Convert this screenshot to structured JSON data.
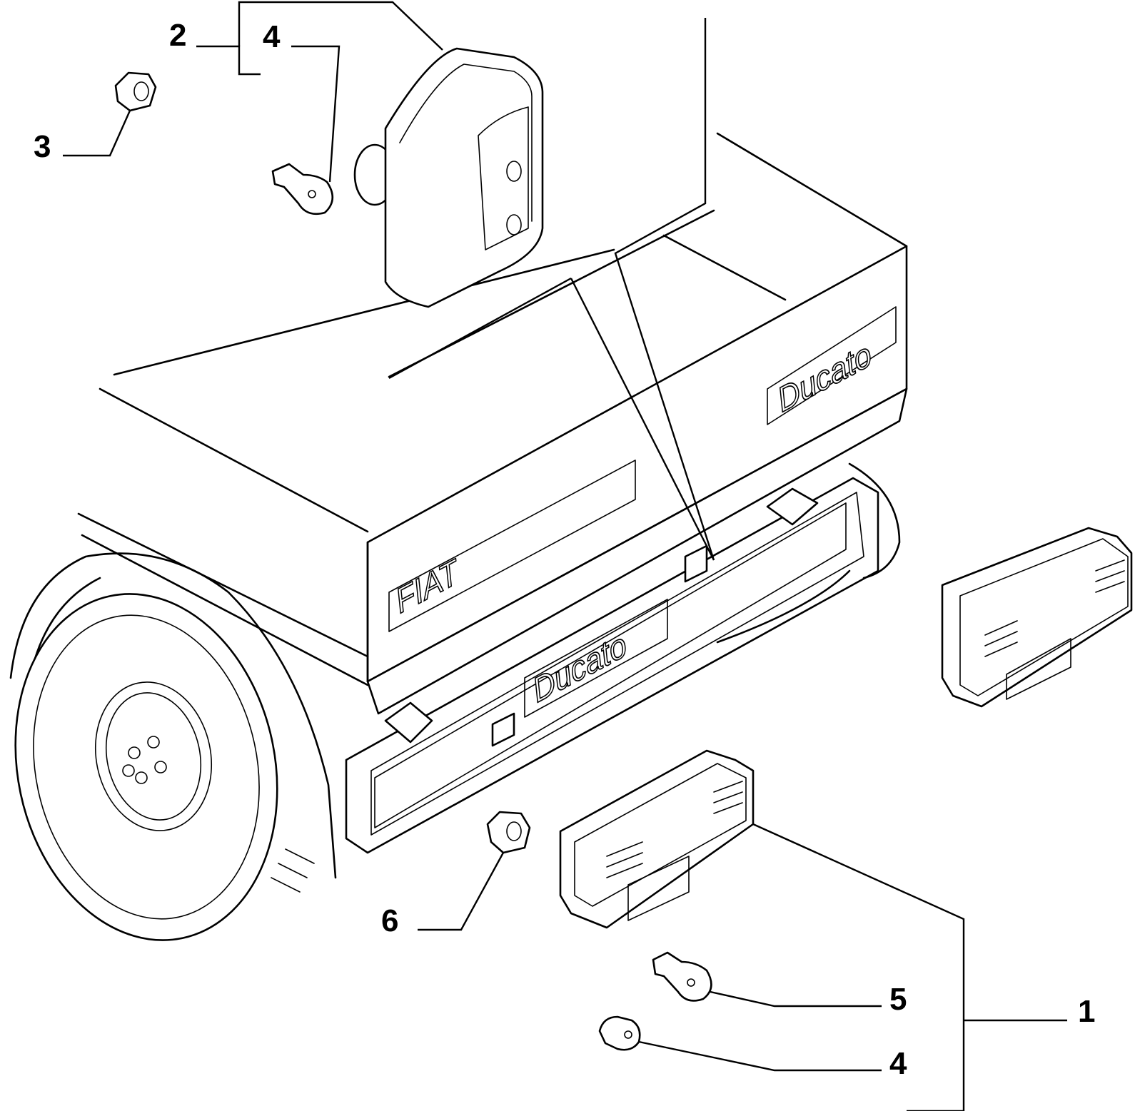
{
  "callouts": {
    "c1": "1",
    "c2": "2",
    "c3": "3",
    "c4_top": "4",
    "c4_bottom": "4",
    "c5": "5",
    "c6": "6"
  },
  "vehicle_badges": {
    "fiat": "FIAT",
    "ducato_side": "Ducato",
    "ducato_bumper": "Ducato"
  }
}
